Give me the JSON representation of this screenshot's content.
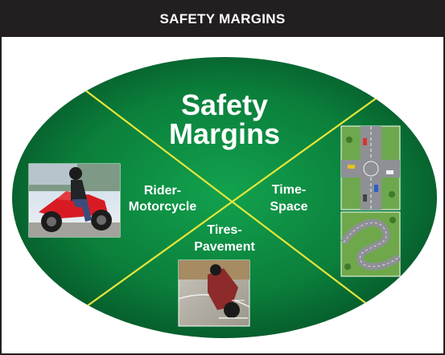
{
  "header": {
    "title": "SAFETY MARGINS"
  },
  "diagram": {
    "title_line1": "Safety",
    "title_line2": "Margins",
    "sections": {
      "rider_line1": "Rider-",
      "rider_line2": "Motorcycle",
      "tires_line1": "Tires-",
      "tires_line2": "Pavement",
      "time_line1": "Time-",
      "time_line2": "Space"
    },
    "colors": {
      "header_bg": "#231f20",
      "ellipse_center": "#0f9a48",
      "ellipse_edge": "#06592a",
      "divider_lines": "#e8e63a",
      "label_text": "#ffffff"
    },
    "images": [
      "motorcycle-rider-photo",
      "intersection-aerial-photo",
      "winding-road-aerial-photo",
      "cornering-rider-photo"
    ]
  }
}
